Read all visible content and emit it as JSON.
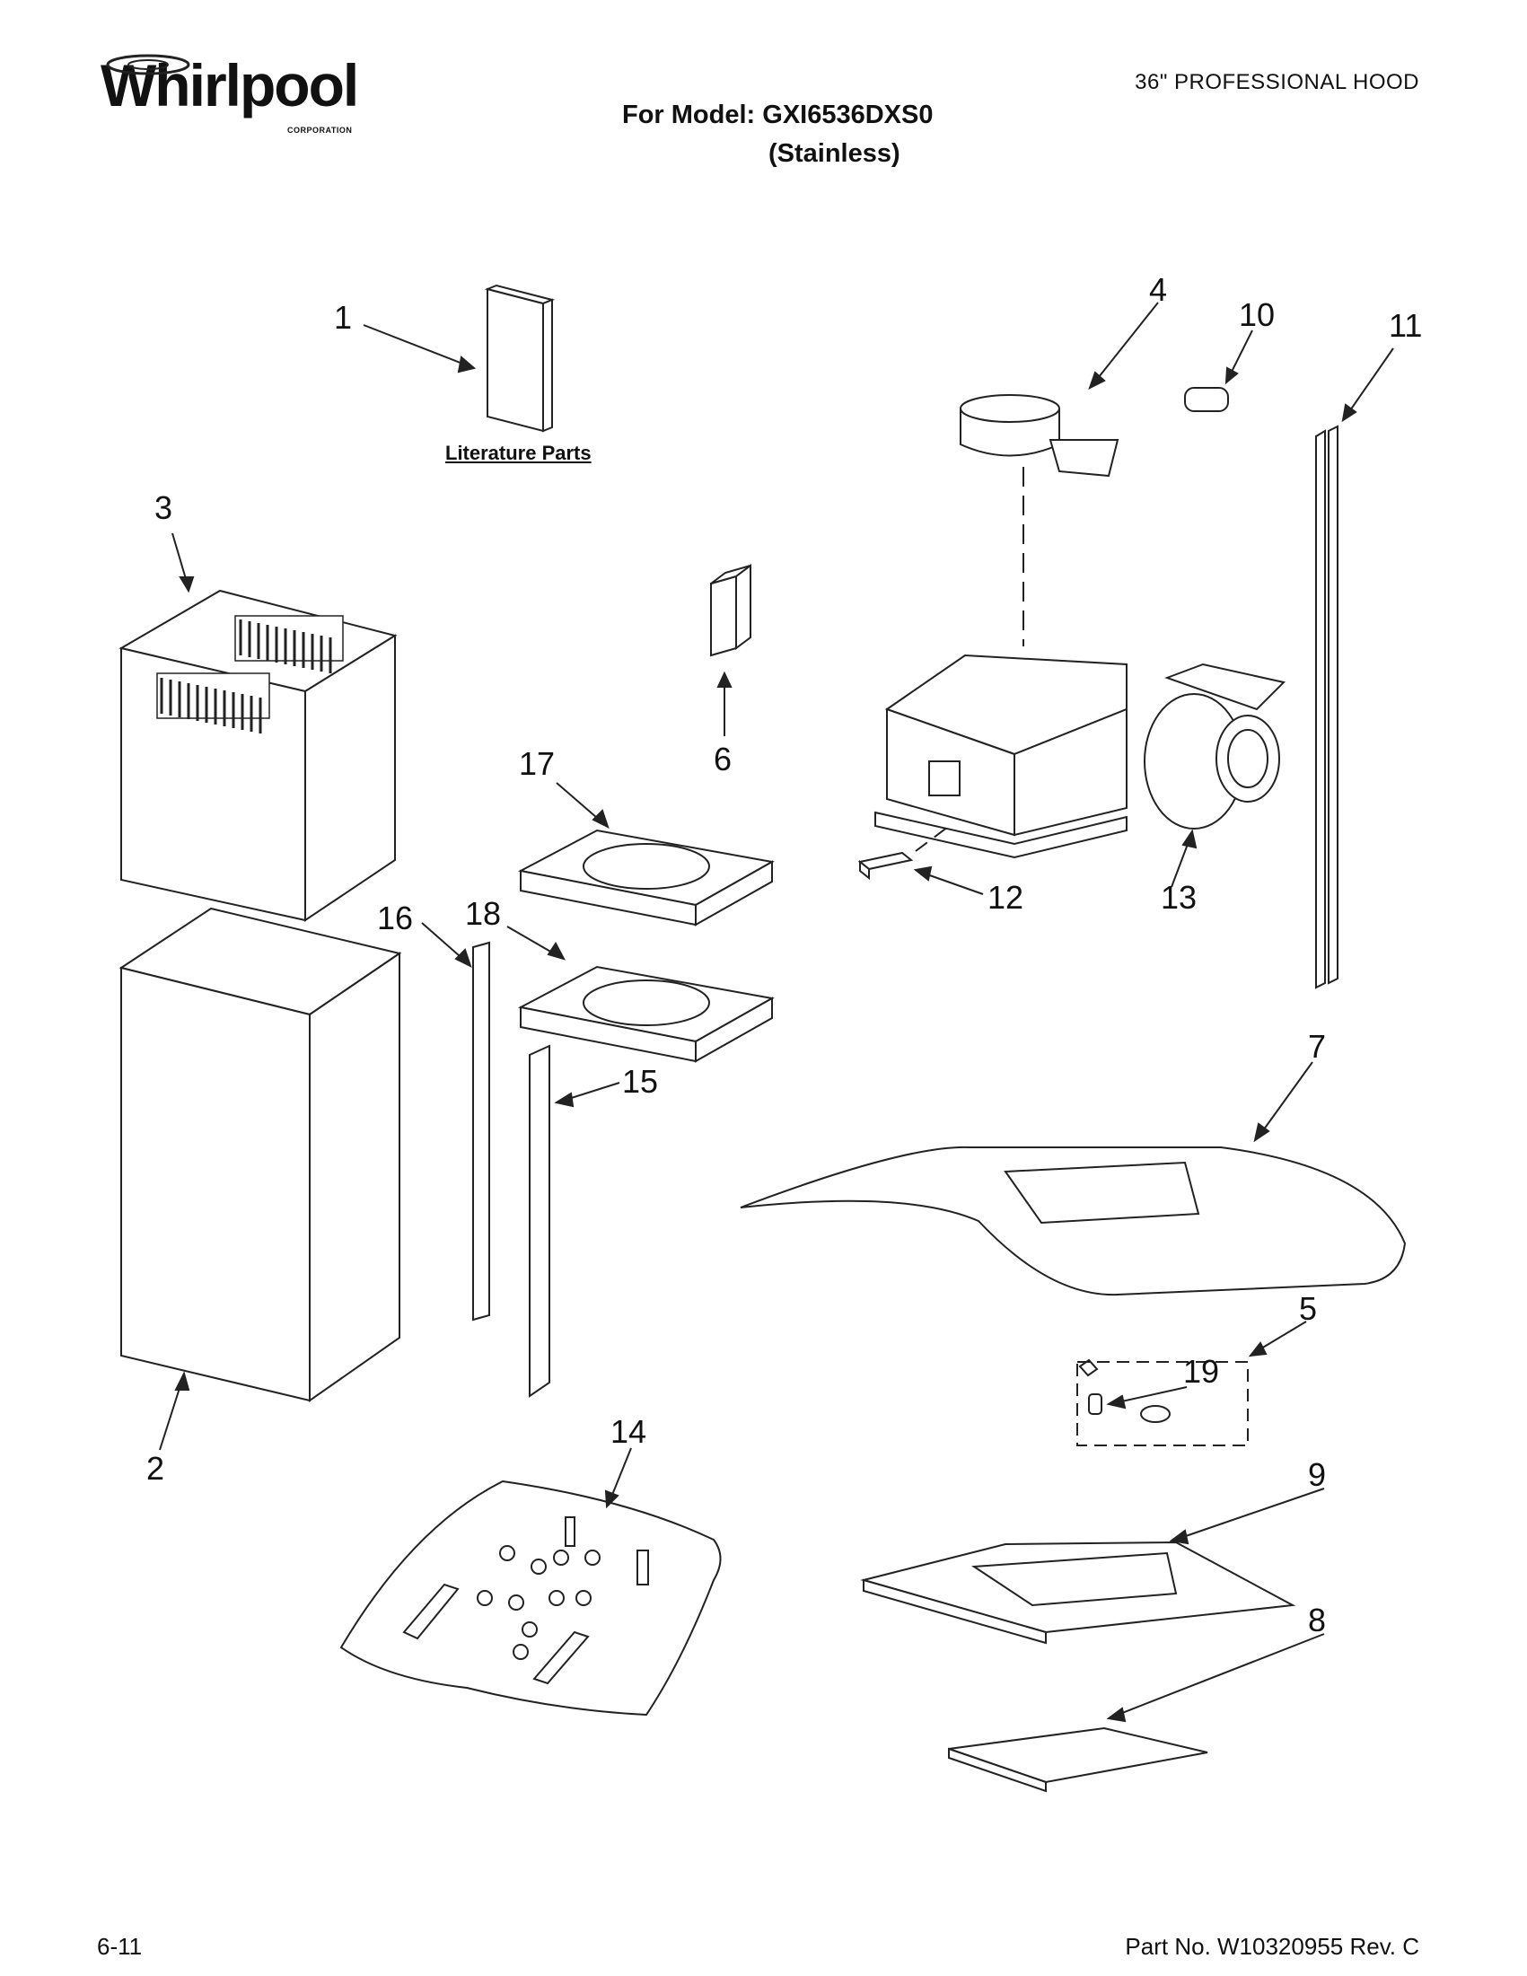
{
  "brand": {
    "name": "Whirlpool",
    "sub": "CORPORATION"
  },
  "header": {
    "product": "36\" PROFESSIONAL HOOD",
    "model_line": "For Model: GXI6536DXS0",
    "finish": "(Stainless)"
  },
  "literature_label": "Literature Parts",
  "callouts": {
    "c1": "1",
    "c2": "2",
    "c3": "3",
    "c4": "4",
    "c5": "5",
    "c6": "6",
    "c7": "7",
    "c8": "8",
    "c9": "9",
    "c10": "10",
    "c11": "11",
    "c12": "12",
    "c13": "13",
    "c14": "14",
    "c15": "15",
    "c16": "16",
    "c17": "17",
    "c18": "18",
    "c19": "19"
  },
  "footer": {
    "date": "6-11",
    "part": "Part No. W10320955 Rev. C"
  }
}
